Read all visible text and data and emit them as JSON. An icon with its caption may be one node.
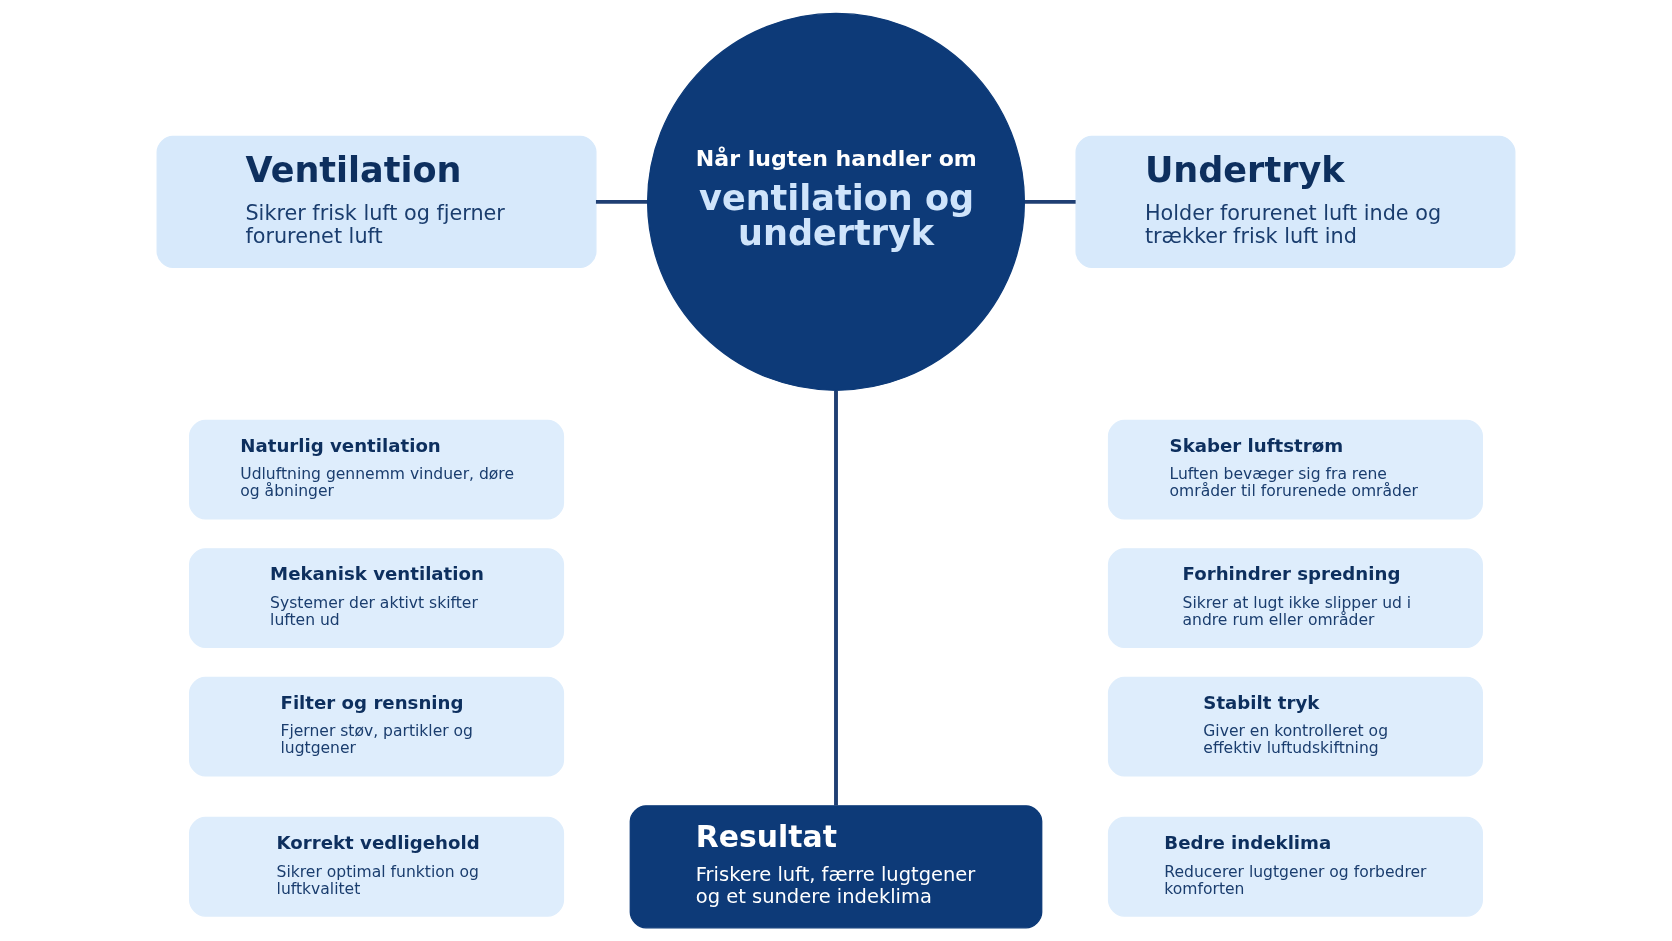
{
  "diagram": {
    "nodes": [
      {
        "text": [
          "Ventilation",
          "Sikrer frisk luft og fjerner forurenet luft"
        ]
      },
      {
        "text": [
          "Når lugten handler om",
          "ventilation og undertryk"
        ]
      },
      {
        "text": [
          "Undertryk",
          "Holder forurenet luft inde og trækker frisk luft ind"
        ]
      },
      {
        "text": [
          "Naturlig ventilation",
          "Udluftning gennemm vinduer, døre og åbninger"
        ]
      },
      {
        "text": [
          "Mekanisk ventilation",
          "Systemer der aktivt skifter luften ud"
        ]
      },
      {
        "text": [
          "Filter og rensning",
          "Fjerner støv, partikler og lugtgener"
        ]
      },
      {
        "text": [
          "Korrekt vedligehold",
          "Sikrer optimal funktion og luftkvalitet"
        ]
      },
      {
        "text": [
          "Skaber luftstrøm",
          "Luften bevæger sig fra rene områder til forurenede områder"
        ]
      },
      {
        "text": [
          "Forhindrer spredning",
          "Sikrer at lugt ikke slipper ud i andre rum eller områder"
        ]
      },
      {
        "text": [
          "Stabilt tryk",
          "Giver en kontrolleret og effektiv luftudskiftning"
        ]
      },
      {
        "text": [
          "Bedre indeklima",
          "Reducerer lugtgener og forbedrer komforten"
        ]
      },
      {
        "text": [
          "Resultat",
          "Friskere luft, færre lugtgener og et sundere indeklima"
        ]
      }
    ],
    "edges": [
      {
        "from": 0,
        "to": 1,
        "arrow": "none"
      },
      {
        "from": 1,
        "to": 2,
        "arrow": "none"
      },
      {
        "from": 1,
        "to": 11,
        "arrow": "none"
      }
    ]
  }
}
